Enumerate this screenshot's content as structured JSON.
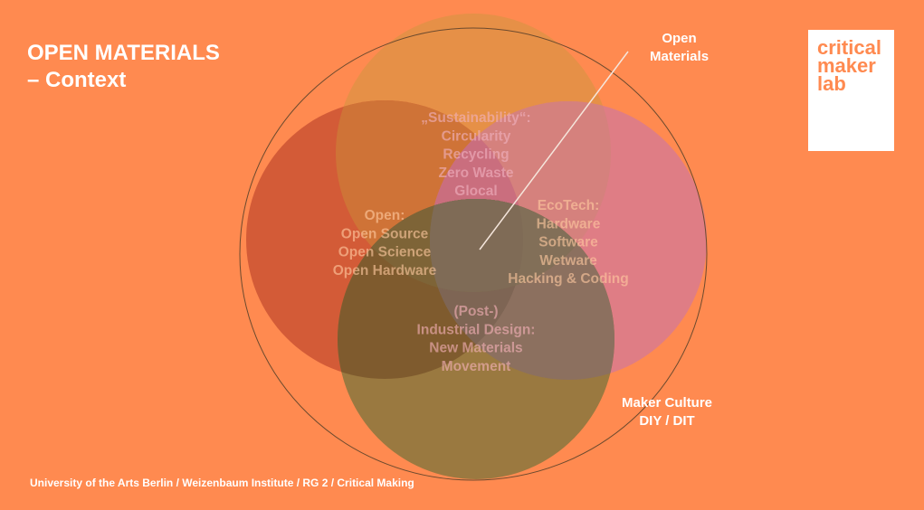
{
  "title": {
    "line1": "OPEN MATERIALS",
    "line2": "– Context"
  },
  "logo": {
    "line1": "critical",
    "line2": "maker",
    "line3": "lab"
  },
  "callouts": {
    "open_materials": {
      "line1": "Open",
      "line2": "Materials"
    },
    "maker_culture": {
      "line1": "Maker Culture",
      "line2": "DIY / DIT"
    }
  },
  "sets": {
    "sustainability": {
      "lines": [
        "„Sustainability“:",
        "Circularity",
        "Recycling",
        "Zero Waste",
        "Glocal"
      ]
    },
    "open": {
      "lines": [
        "Open:",
        "Open Source",
        "Open Science",
        "Open Hardware"
      ]
    },
    "ecotech": {
      "lines": [
        "EcoTech:",
        "Hardware",
        "Software",
        "Wetware",
        "Hacking & Coding"
      ]
    },
    "industrial": {
      "lines": [
        "(Post-)",
        "Industrial Design:",
        "New Materials",
        "Movement"
      ]
    }
  },
  "colors": {
    "background": "#FF8A50",
    "sustainability": "#E29146",
    "open": "#CC5433",
    "ecotech": "#DA7B8E",
    "industrial": "#8A773E"
  },
  "footer": "University of the Arts Berlin / Weizenbaum Institute / RG 2 / Critical Making"
}
